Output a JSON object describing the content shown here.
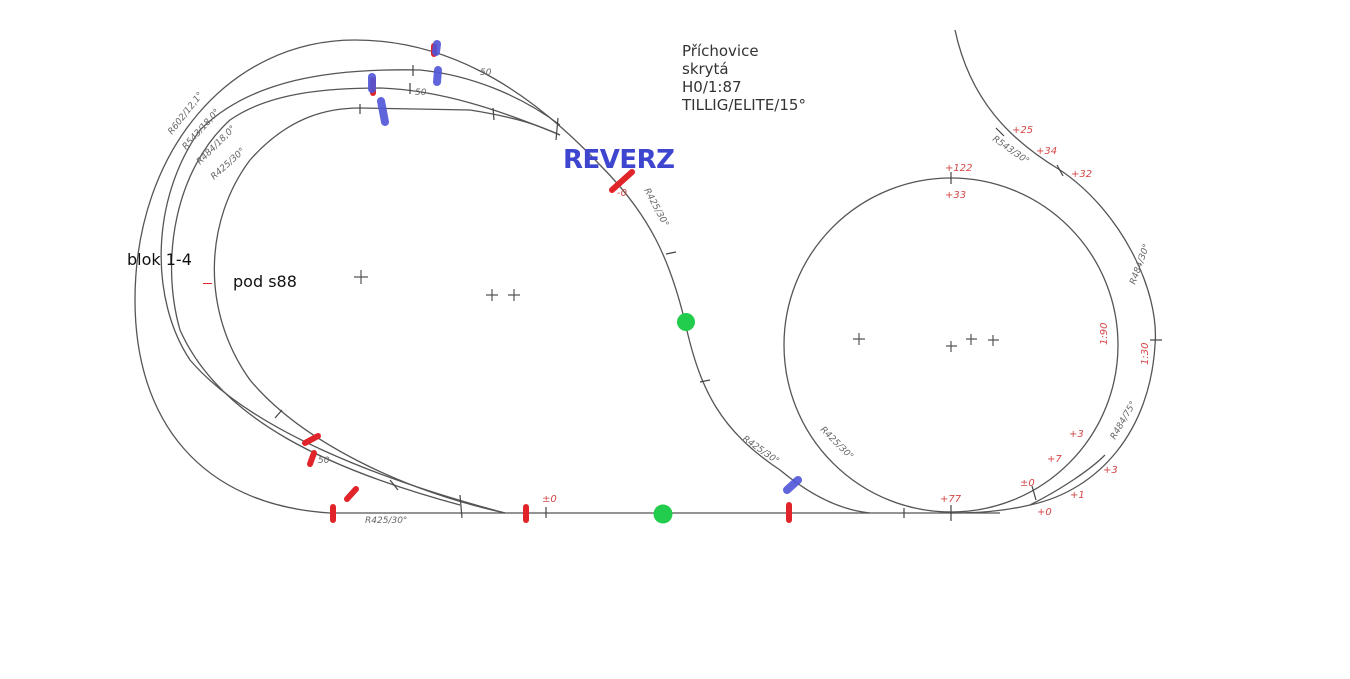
{
  "info": {
    "lines": [
      "Příchovice",
      "skrytá",
      "H0/1:87",
      "TILLIG/ELITE/15°"
    ]
  },
  "reverz_label": "REVERZ",
  "legend": {
    "block_label": "blok 1-4",
    "sensor_label": "pod s88"
  },
  "radius_labels": [
    "R602/12,1°",
    "R543/18,0°",
    "R484/18,0°",
    "R425/30°",
    "R425/30°",
    "R425/30°",
    "R425/30°",
    "R484/30°",
    "R484/75°",
    "R543/30°",
    "R425/30°"
  ],
  "height_marks": [
    "+25",
    "+34",
    "+32",
    "+122",
    "+33",
    "1:90",
    "1:30",
    "+3",
    "+7",
    "±0",
    "+77",
    "+1",
    "+3",
    "+0",
    "±0",
    "-0",
    "50",
    "50",
    "50"
  ],
  "colors": {
    "track": "#555555",
    "insulation": "#e0242a",
    "reverse_mark": "#4f55d8",
    "sensor": "#22cc4c",
    "reverz_text": "#3e46d0",
    "height_text": "#d34545"
  }
}
